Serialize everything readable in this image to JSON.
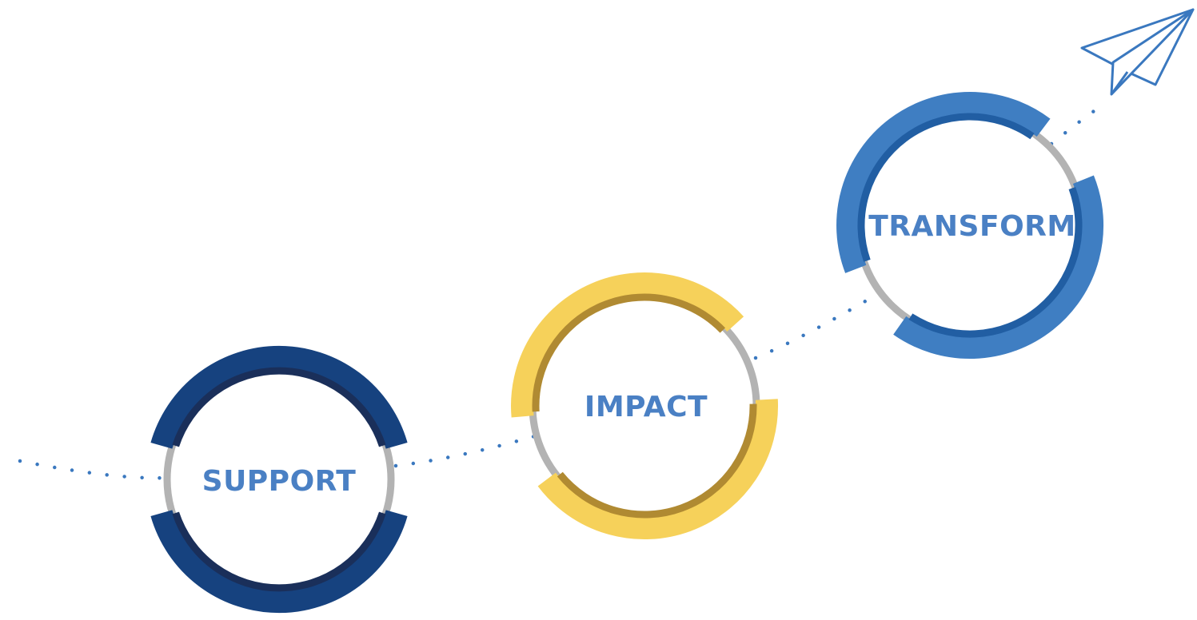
{
  "stages": [
    {
      "label": "SUPPORT",
      "color": "#16427f",
      "inner_color": "#1a2f5a"
    },
    {
      "label": "IMPACT",
      "color": "#f6d15a",
      "inner_color": "#b08a32"
    },
    {
      "label": "TRANSFORM",
      "color": "#3f7ec2",
      "inner_color": "#215ea3"
    }
  ],
  "colors": {
    "label": "#4a80c4",
    "path_dots": "#3a78bf",
    "connector_ring": "#b3b3b3",
    "plane": "#3a78bf"
  },
  "icon": "paper-plane-icon"
}
